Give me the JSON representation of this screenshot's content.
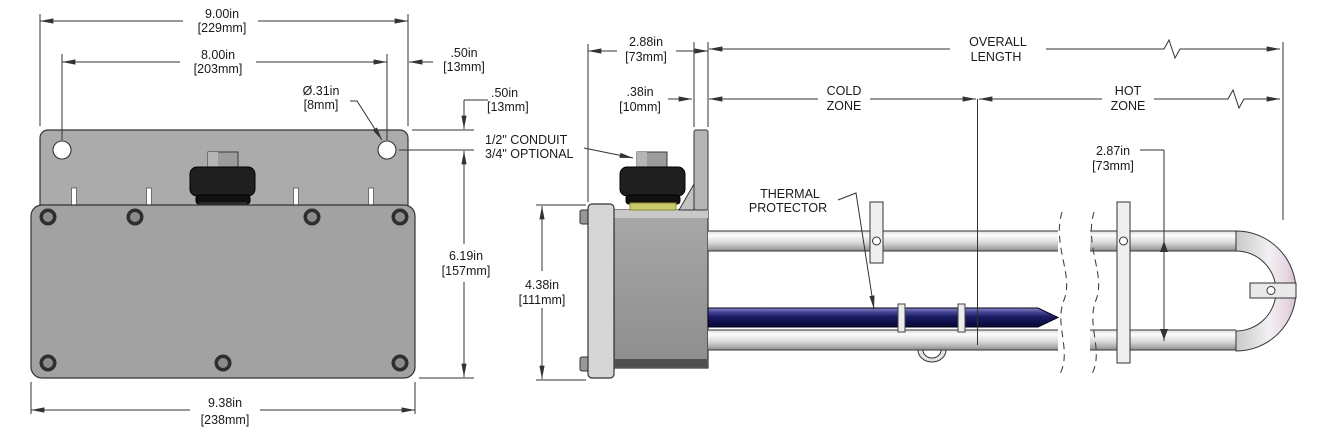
{
  "drawing": {
    "type": "technical-dimension-drawing",
    "subject": "flanged immersion heater, front view and side view"
  },
  "fv": {
    "outer_width": {
      "inch": "9.00in",
      "mm": "[229mm]"
    },
    "hole_spacing": {
      "inch": "8.00in",
      "mm": "[203mm]"
    },
    "hole_dia": {
      "inch": "Ø.31in",
      "mm": "[8mm]"
    },
    "edge_offset_top": {
      "inch": ".50in",
      "mm": "[13mm]"
    },
    "edge_offset_side": {
      "inch": ".50in",
      "mm": "[13mm]"
    },
    "overall_height": {
      "inch": "6.19in",
      "mm": "[157mm]"
    },
    "cover_width": {
      "inch": "9.38in",
      "mm": "[238mm]"
    }
  },
  "sv": {
    "housing_depth": {
      "inch": "2.88in",
      "mm": "[73mm]"
    },
    "bracket_thickness": {
      "inch": ".38in",
      "mm": "[10mm]"
    },
    "element_spacing": {
      "inch": "2.87in",
      "mm": "[73mm]"
    },
    "housing_height": {
      "inch": "4.38in",
      "mm": "[111mm]"
    },
    "conduit_label": {
      "line1": "1/2\" CONDUIT",
      "line2": "3/4\" OPTIONAL"
    },
    "thermal_label": {
      "line1": "THERMAL",
      "line2": "PROTECTOR"
    },
    "overall_label": {
      "line1": "OVERALL",
      "line2": "LENGTH"
    },
    "cold_label": {
      "line1": "COLD",
      "line2": "ZONE"
    },
    "hot_label": {
      "line1": "HOT",
      "line2": "ZONE"
    }
  },
  "colors": {
    "line": "#333333",
    "plate_gray": "#ababab",
    "cover_gray": "#a2a2a2",
    "housing_gray": "#9a9a9a",
    "side_cover_gray": "#d6d6d6",
    "thermal_navy": "#141452",
    "washer_yellow": "#c9c96a",
    "tube_light": "#e8e8e8"
  }
}
